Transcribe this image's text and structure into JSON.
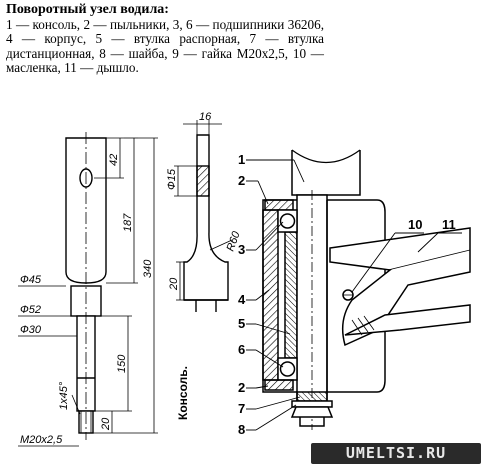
{
  "caption": {
    "title": "Поворотный узел водила:",
    "body": "1 — консоль, 2 — пыльники, 3, 6 — подшипники 36206, 4 — корпус, 5 — втулка распорная, 7 — втулка дистанционная, 8 — шайба, 9 — гайка М20х2,5, 10 — масленка, 11 — дышло."
  },
  "dimensions": {
    "d16": "16",
    "d42": "42",
    "d15": "Ф15",
    "d187": "187",
    "d340": "340",
    "r60": "R60",
    "d20_side": "20",
    "d45": "Ф45",
    "d52": "Ф52",
    "d30": "Ф30",
    "d150": "150",
    "chamfer": "1x45°",
    "d20_bottom": "20",
    "thread": "М20x2,5"
  },
  "part_label": "Консоль.",
  "callouts": [
    "1",
    "2",
    "3",
    "4",
    "5",
    "6",
    "2",
    "7",
    "8",
    "10",
    "11"
  ],
  "watermark": "UMELTSI.RU"
}
